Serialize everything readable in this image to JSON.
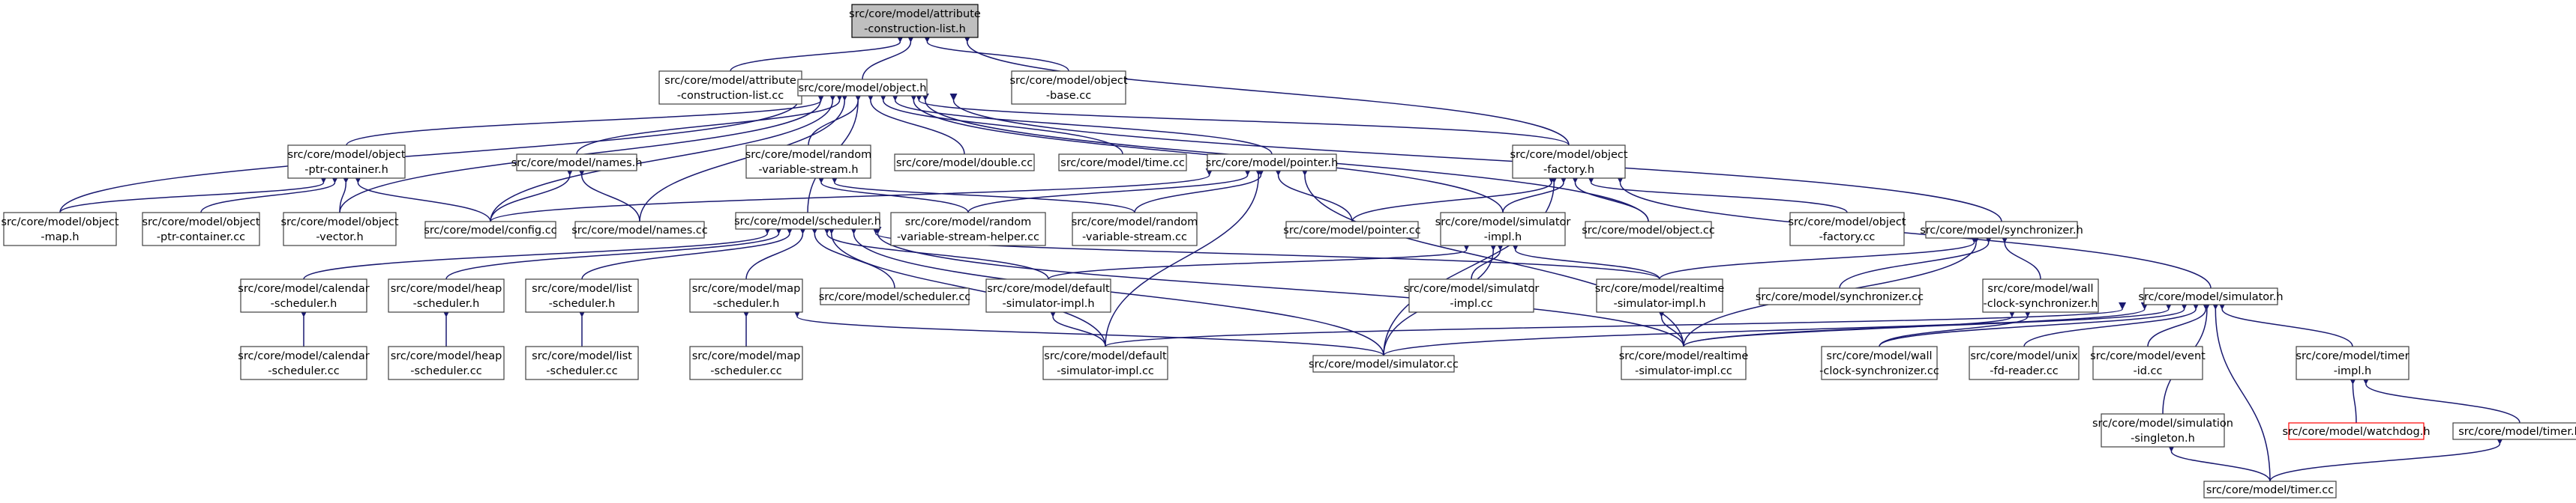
{
  "graph": {
    "colors": {
      "edge": "#191970",
      "node_border": "#404040",
      "root_fill": "#bfbfbf",
      "red_border": "#ff0000"
    },
    "nodes": [
      {
        "id": "attr_h",
        "lines": [
          "src/core/model/attribute",
          "-construction-list.h"
        ],
        "root": true
      },
      {
        "id": "attr_cc",
        "lines": [
          "src/core/model/attribute",
          "-construction-list.cc"
        ]
      },
      {
        "id": "object_h",
        "lines": [
          "src/core/model/object.h"
        ]
      },
      {
        "id": "objbase_cc",
        "lines": [
          "src/core/model/object",
          "-base.cc"
        ]
      },
      {
        "id": "ptrcont_h",
        "lines": [
          "src/core/model/object",
          "-ptr-container.h"
        ]
      },
      {
        "id": "names_h",
        "lines": [
          "src/core/model/names.h"
        ]
      },
      {
        "id": "rvs_h",
        "lines": [
          "src/core/model/random",
          "-variable-stream.h"
        ]
      },
      {
        "id": "double_cc",
        "lines": [
          "src/core/model/double.cc"
        ]
      },
      {
        "id": "time_cc",
        "lines": [
          "src/core/model/time.cc"
        ]
      },
      {
        "id": "pointer_h",
        "lines": [
          "src/core/model/pointer.h"
        ]
      },
      {
        "id": "factory_h",
        "lines": [
          "src/core/model/object",
          "-factory.h"
        ]
      },
      {
        "id": "objmap_h",
        "lines": [
          "src/core/model/object",
          "-map.h"
        ]
      },
      {
        "id": "ptrcont_cc",
        "lines": [
          "src/core/model/object",
          "-ptr-container.cc"
        ]
      },
      {
        "id": "objvec_h",
        "lines": [
          "src/core/model/object",
          "-vector.h"
        ]
      },
      {
        "id": "config_cc",
        "lines": [
          "src/core/model/config.cc"
        ]
      },
      {
        "id": "names_cc",
        "lines": [
          "src/core/model/names.cc"
        ]
      },
      {
        "id": "scheduler_h",
        "lines": [
          "src/core/model/scheduler.h"
        ]
      },
      {
        "id": "rvshelper_cc",
        "lines": [
          "src/core/model/random",
          "-variable-stream-helper.cc"
        ]
      },
      {
        "id": "rvs_cc",
        "lines": [
          "src/core/model/random",
          "-variable-stream.cc"
        ]
      },
      {
        "id": "pointer_cc",
        "lines": [
          "src/core/model/pointer.cc"
        ]
      },
      {
        "id": "simimpl_h",
        "lines": [
          "src/core/model/simulator",
          "-impl.h"
        ]
      },
      {
        "id": "object_cc",
        "lines": [
          "src/core/model/object.cc"
        ]
      },
      {
        "id": "factory_cc",
        "lines": [
          "src/core/model/object",
          "-factory.cc"
        ]
      },
      {
        "id": "sync_h",
        "lines": [
          "src/core/model/synchronizer.h"
        ]
      },
      {
        "id": "calsched_h",
        "lines": [
          "src/core/model/calendar",
          "-scheduler.h"
        ]
      },
      {
        "id": "heapsched_h",
        "lines": [
          "src/core/model/heap",
          "-scheduler.h"
        ]
      },
      {
        "id": "listsched_h",
        "lines": [
          "src/core/model/list",
          "-scheduler.h"
        ]
      },
      {
        "id": "mapsched_h",
        "lines": [
          "src/core/model/map",
          "-scheduler.h"
        ]
      },
      {
        "id": "scheduler_cc",
        "lines": [
          "src/core/model/scheduler.cc"
        ]
      },
      {
        "id": "defsimimpl_h",
        "lines": [
          "src/core/model/default",
          "-simulator-impl.h"
        ]
      },
      {
        "id": "simimpl_cc",
        "lines": [
          "src/core/model/simulator",
          "-impl.cc"
        ]
      },
      {
        "id": "rtsimimpl_h",
        "lines": [
          "src/core/model/realtime",
          "-simulator-impl.h"
        ]
      },
      {
        "id": "sync_cc",
        "lines": [
          "src/core/model/synchronizer.cc"
        ]
      },
      {
        "id": "wallsync_h",
        "lines": [
          "src/core/model/wall",
          "-clock-synchronizer.h"
        ]
      },
      {
        "id": "simulator_h",
        "lines": [
          "src/core/model/simulator.h"
        ]
      },
      {
        "id": "calsched_cc",
        "lines": [
          "src/core/model/calendar",
          "-scheduler.cc"
        ]
      },
      {
        "id": "heapsched_cc",
        "lines": [
          "src/core/model/heap",
          "-scheduler.cc"
        ]
      },
      {
        "id": "listsched_cc",
        "lines": [
          "src/core/model/list",
          "-scheduler.cc"
        ]
      },
      {
        "id": "mapsched_cc",
        "lines": [
          "src/core/model/map",
          "-scheduler.cc"
        ]
      },
      {
        "id": "defsimimpl_cc",
        "lines": [
          "src/core/model/default",
          "-simulator-impl.cc"
        ]
      },
      {
        "id": "simulator_cc",
        "lines": [
          "src/core/model/simulator.cc"
        ]
      },
      {
        "id": "rtsimimpl_cc",
        "lines": [
          "src/core/model/realtime",
          "-simulator-impl.cc"
        ]
      },
      {
        "id": "wallsync_cc",
        "lines": [
          "src/core/model/wall",
          "-clock-synchronizer.cc"
        ]
      },
      {
        "id": "unixfd_cc",
        "lines": [
          "src/core/model/unix",
          "-fd-reader.cc"
        ]
      },
      {
        "id": "eventid_cc",
        "lines": [
          "src/core/model/event",
          "-id.cc"
        ]
      },
      {
        "id": "timerimpl_h",
        "lines": [
          "src/core/model/timer",
          "-impl.h"
        ]
      },
      {
        "id": "watchdog_h",
        "lines": [
          "src/core/model/watchdog.h"
        ],
        "red": true
      },
      {
        "id": "timer_h",
        "lines": [
          "src/core/model/timer.h"
        ]
      },
      {
        "id": "simsingleton_h",
        "lines": [
          "src/core/model/simulation",
          "-singleton.h"
        ]
      },
      {
        "id": "timer_cc",
        "lines": [
          "src/core/model/timer.cc"
        ]
      }
    ],
    "edges": [
      [
        "attr_h",
        "attr_cc"
      ],
      [
        "attr_h",
        "object_h"
      ],
      [
        "attr_h",
        "objbase_cc"
      ],
      [
        "attr_h",
        "factory_h"
      ],
      [
        "object_h",
        "ptrcont_h"
      ],
      [
        "object_h",
        "names_h"
      ],
      [
        "object_h",
        "rvs_h"
      ],
      [
        "object_h",
        "double_cc"
      ],
      [
        "object_h",
        "time_cc"
      ],
      [
        "object_h",
        "pointer_h"
      ],
      [
        "object_h",
        "factory_h"
      ],
      [
        "object_h",
        "objmap_h"
      ],
      [
        "object_h",
        "objvec_h"
      ],
      [
        "object_h",
        "config_cc"
      ],
      [
        "object_h",
        "names_cc"
      ],
      [
        "object_h",
        "scheduler_h"
      ],
      [
        "object_h",
        "simimpl_h"
      ],
      [
        "object_h",
        "object_cc"
      ],
      [
        "object_h",
        "sync_h"
      ],
      [
        "ptrcont_h",
        "objmap_h"
      ],
      [
        "ptrcont_h",
        "ptrcont_cc"
      ],
      [
        "ptrcont_h",
        "objvec_h"
      ],
      [
        "ptrcont_h",
        "config_cc"
      ],
      [
        "names_h",
        "config_cc"
      ],
      [
        "names_h",
        "names_cc"
      ],
      [
        "rvs_h",
        "rvshelper_cc"
      ],
      [
        "rvs_h",
        "rvs_cc"
      ],
      [
        "pointer_h",
        "config_cc"
      ],
      [
        "pointer_h",
        "rvshelper_cc"
      ],
      [
        "pointer_h",
        "rvs_cc"
      ],
      [
        "pointer_h",
        "pointer_cc"
      ],
      [
        "pointer_h",
        "defsimimpl_cc"
      ],
      [
        "pointer_h",
        "rtsimimpl_cc"
      ],
      [
        "factory_h",
        "pointer_cc"
      ],
      [
        "factory_h",
        "simimpl_h"
      ],
      [
        "factory_h",
        "object_cc"
      ],
      [
        "factory_h",
        "factory_cc"
      ],
      [
        "factory_h",
        "simulator_h"
      ],
      [
        "factory_h",
        "simulator_cc"
      ],
      [
        "scheduler_h",
        "calsched_h"
      ],
      [
        "scheduler_h",
        "heapsched_h"
      ],
      [
        "scheduler_h",
        "listsched_h"
      ],
      [
        "scheduler_h",
        "mapsched_h"
      ],
      [
        "scheduler_h",
        "scheduler_cc"
      ],
      [
        "scheduler_h",
        "defsimimpl_h"
      ],
      [
        "scheduler_h",
        "rtsimimpl_h"
      ],
      [
        "scheduler_h",
        "defsimimpl_cc"
      ],
      [
        "scheduler_h",
        "simulator_cc"
      ],
      [
        "scheduler_h",
        "rtsimimpl_cc"
      ],
      [
        "simimpl_h",
        "defsimimpl_h"
      ],
      [
        "simimpl_h",
        "simimpl_cc"
      ],
      [
        "simimpl_h",
        "rtsimimpl_h"
      ],
      [
        "simimpl_h",
        "simulator_cc"
      ],
      [
        "sync_h",
        "rtsimimpl_h"
      ],
      [
        "sync_h",
        "sync_cc"
      ],
      [
        "sync_h",
        "wallsync_h"
      ],
      [
        "sync_h",
        "rtsimimpl_cc"
      ],
      [
        "calsched_h",
        "calsched_cc"
      ],
      [
        "heapsched_h",
        "heapsched_cc"
      ],
      [
        "listsched_h",
        "listsched_cc"
      ],
      [
        "mapsched_h",
        "mapsched_cc"
      ],
      [
        "mapsched_h",
        "simulator_cc"
      ],
      [
        "defsimimpl_h",
        "defsimimpl_cc"
      ],
      [
        "rtsimimpl_h",
        "rtsimimpl_cc"
      ],
      [
        "wallsync_h",
        "wallsync_cc"
      ],
      [
        "wallsync_h",
        "rtsimimpl_cc"
      ],
      [
        "simulator_h",
        "defsimimpl_cc"
      ],
      [
        "simulator_h",
        "simulator_cc"
      ],
      [
        "simulator_h",
        "rtsimimpl_cc"
      ],
      [
        "simulator_h",
        "wallsync_cc"
      ],
      [
        "simulator_h",
        "unixfd_cc"
      ],
      [
        "simulator_h",
        "eventid_cc"
      ],
      [
        "simulator_h",
        "timerimpl_h"
      ],
      [
        "simulator_h",
        "simsingleton_h"
      ],
      [
        "simulator_h",
        "timer_cc"
      ],
      [
        "timerimpl_h",
        "watchdog_h"
      ],
      [
        "timerimpl_h",
        "timer_h"
      ],
      [
        "timer_h",
        "timer_cc"
      ],
      [
        "simsingleton_h",
        "timer_cc"
      ]
    ]
  }
}
